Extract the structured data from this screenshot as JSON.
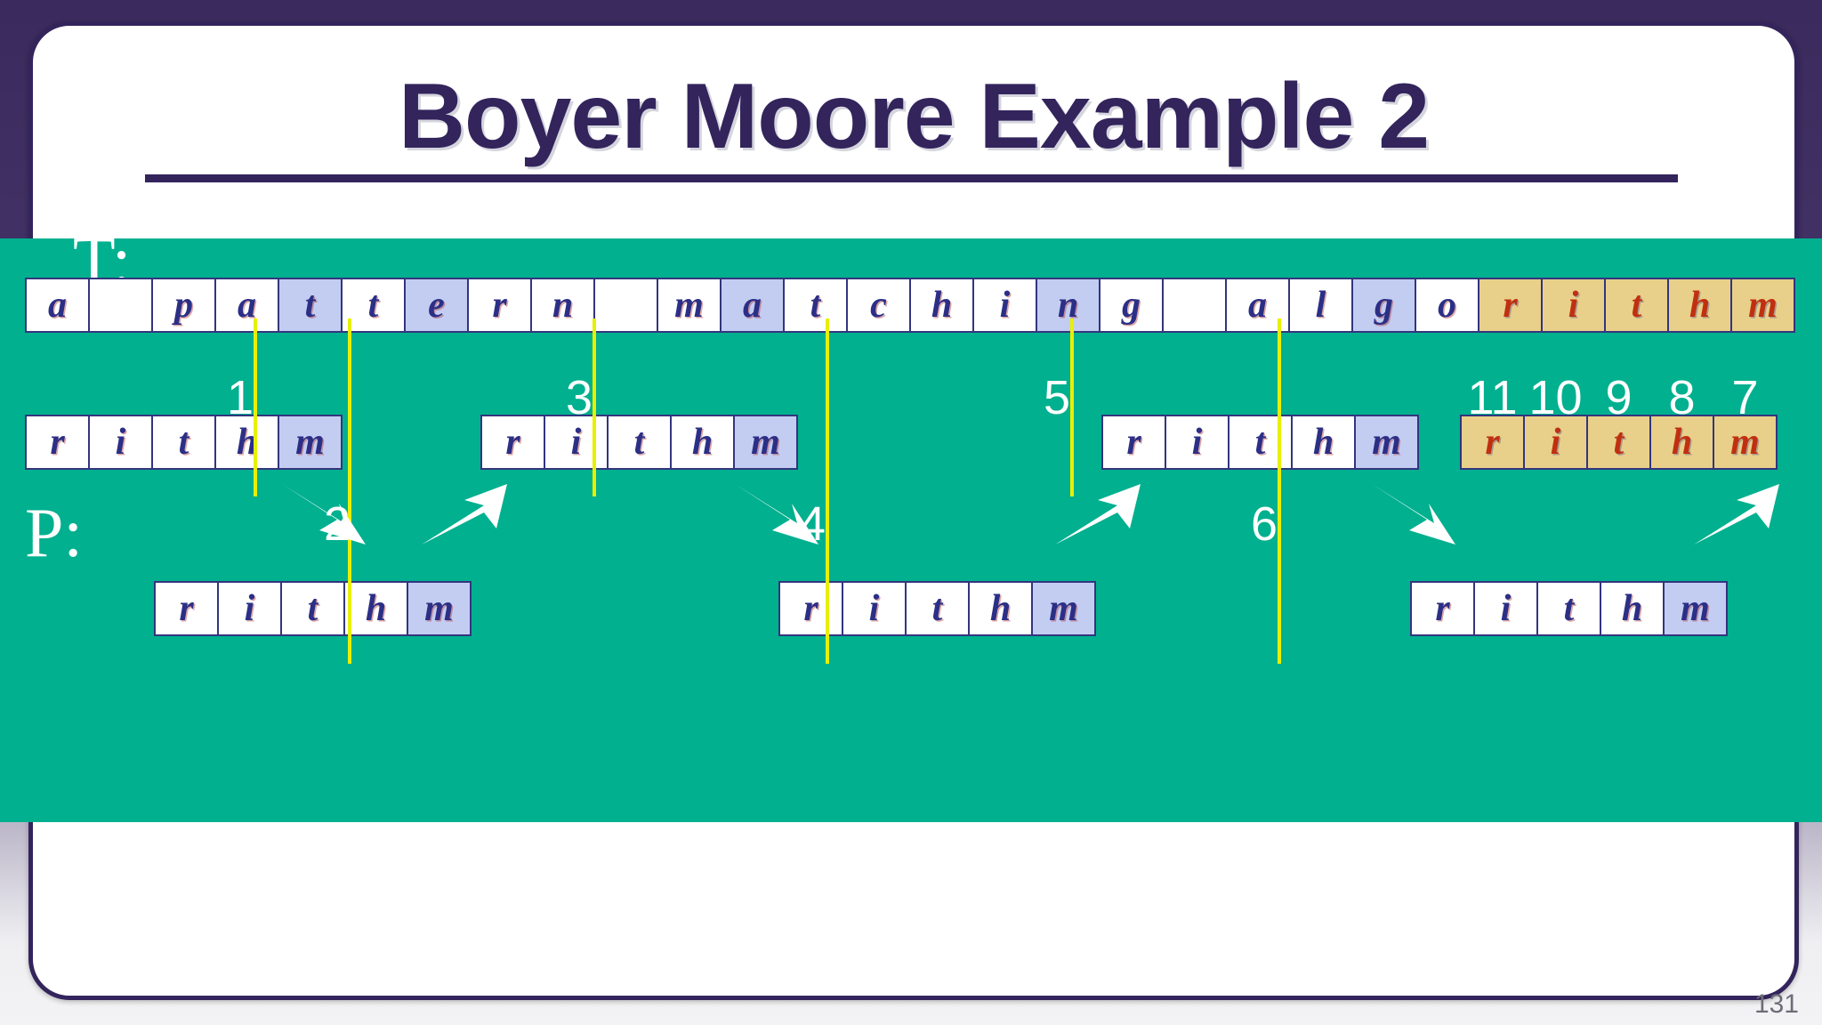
{
  "slide": {
    "title": "Boyer Moore Example 2",
    "page_number": "131",
    "colors": {
      "backdrop_purple": "#3a2a5d",
      "title_purple": "#33245c",
      "band_teal": "#00b08f",
      "cell_border": "#33357e",
      "highlight_blue": "#c3cdf2",
      "gold": "#e8d08a",
      "gold_text_red": "#c03010",
      "connector_yellow": "#e8f000",
      "letter_blue": "#2b2f86",
      "arrow_white": "#ffffff"
    }
  },
  "diagram": {
    "text_label": "T:",
    "pattern_label": "P:",
    "text_string": "a pattern matching algorithm",
    "pattern_string": "rithm",
    "text_cells": [
      {
        "ch": "a",
        "style": "plain"
      },
      {
        "ch": " ",
        "style": "blank"
      },
      {
        "ch": "p",
        "style": "plain"
      },
      {
        "ch": "a",
        "style": "plain"
      },
      {
        "ch": "t",
        "style": "highlight"
      },
      {
        "ch": "t",
        "style": "plain"
      },
      {
        "ch": "e",
        "style": "highlight"
      },
      {
        "ch": "r",
        "style": "plain"
      },
      {
        "ch": "n",
        "style": "plain"
      },
      {
        "ch": " ",
        "style": "blank"
      },
      {
        "ch": "m",
        "style": "plain"
      },
      {
        "ch": "a",
        "style": "highlight"
      },
      {
        "ch": "t",
        "style": "plain"
      },
      {
        "ch": "c",
        "style": "plain"
      },
      {
        "ch": "h",
        "style": "plain"
      },
      {
        "ch": "i",
        "style": "plain"
      },
      {
        "ch": "n",
        "style": "highlight"
      },
      {
        "ch": "g",
        "style": "plain"
      },
      {
        "ch": " ",
        "style": "blank"
      },
      {
        "ch": "a",
        "style": "plain"
      },
      {
        "ch": "l",
        "style": "plain"
      },
      {
        "ch": "g",
        "style": "highlight"
      },
      {
        "ch": "o",
        "style": "plain"
      },
      {
        "ch": "r",
        "style": "gold"
      },
      {
        "ch": "i",
        "style": "gold"
      },
      {
        "ch": "t",
        "style": "gold"
      },
      {
        "ch": "h",
        "style": "gold"
      },
      {
        "ch": "m",
        "style": "gold"
      }
    ],
    "attempts": [
      {
        "id": "p1",
        "step": "1",
        "cells": [
          {
            "ch": "r",
            "style": "plain"
          },
          {
            "ch": "i",
            "style": "plain"
          },
          {
            "ch": "t",
            "style": "plain"
          },
          {
            "ch": "h",
            "style": "plain"
          },
          {
            "ch": "m",
            "style": "highlight"
          }
        ]
      },
      {
        "id": "p2",
        "step": "2",
        "cells": [
          {
            "ch": "r",
            "style": "plain"
          },
          {
            "ch": "i",
            "style": "plain"
          },
          {
            "ch": "t",
            "style": "plain"
          },
          {
            "ch": "h",
            "style": "plain"
          },
          {
            "ch": "m",
            "style": "highlight"
          }
        ]
      },
      {
        "id": "p3",
        "step": "3",
        "cells": [
          {
            "ch": "r",
            "style": "plain"
          },
          {
            "ch": "i",
            "style": "plain"
          },
          {
            "ch": "t",
            "style": "plain"
          },
          {
            "ch": "h",
            "style": "plain"
          },
          {
            "ch": "m",
            "style": "highlight"
          }
        ]
      },
      {
        "id": "p4",
        "step": "4",
        "cells": [
          {
            "ch": "r",
            "style": "plain"
          },
          {
            "ch": "i",
            "style": "plain"
          },
          {
            "ch": "t",
            "style": "plain"
          },
          {
            "ch": "h",
            "style": "plain"
          },
          {
            "ch": "m",
            "style": "highlight"
          }
        ]
      },
      {
        "id": "p5",
        "step": "5",
        "cells": [
          {
            "ch": "r",
            "style": "plain"
          },
          {
            "ch": "i",
            "style": "plain"
          },
          {
            "ch": "t",
            "style": "plain"
          },
          {
            "ch": "h",
            "style": "plain"
          },
          {
            "ch": "m",
            "style": "highlight"
          }
        ]
      },
      {
        "id": "p6",
        "step": "6",
        "cells": [
          {
            "ch": "r",
            "style": "plain"
          },
          {
            "ch": "i",
            "style": "plain"
          },
          {
            "ch": "t",
            "style": "plain"
          },
          {
            "ch": "h",
            "style": "plain"
          },
          {
            "ch": "m",
            "style": "highlight"
          }
        ]
      },
      {
        "id": "p7",
        "step": "",
        "cells": [
          {
            "ch": "r",
            "style": "gold"
          },
          {
            "ch": "i",
            "style": "gold"
          },
          {
            "ch": "t",
            "style": "gold"
          },
          {
            "ch": "h",
            "style": "gold"
          },
          {
            "ch": "m",
            "style": "gold"
          }
        ]
      }
    ],
    "match_indices": [
      "11",
      "10",
      "9",
      "8",
      "7"
    ],
    "step_numbers": [
      "1",
      "2",
      "3",
      "4",
      "5",
      "6"
    ],
    "arrow_directions": [
      "down-right",
      "up-right",
      "down-right",
      "up-right",
      "down-right",
      "up-right"
    ]
  }
}
